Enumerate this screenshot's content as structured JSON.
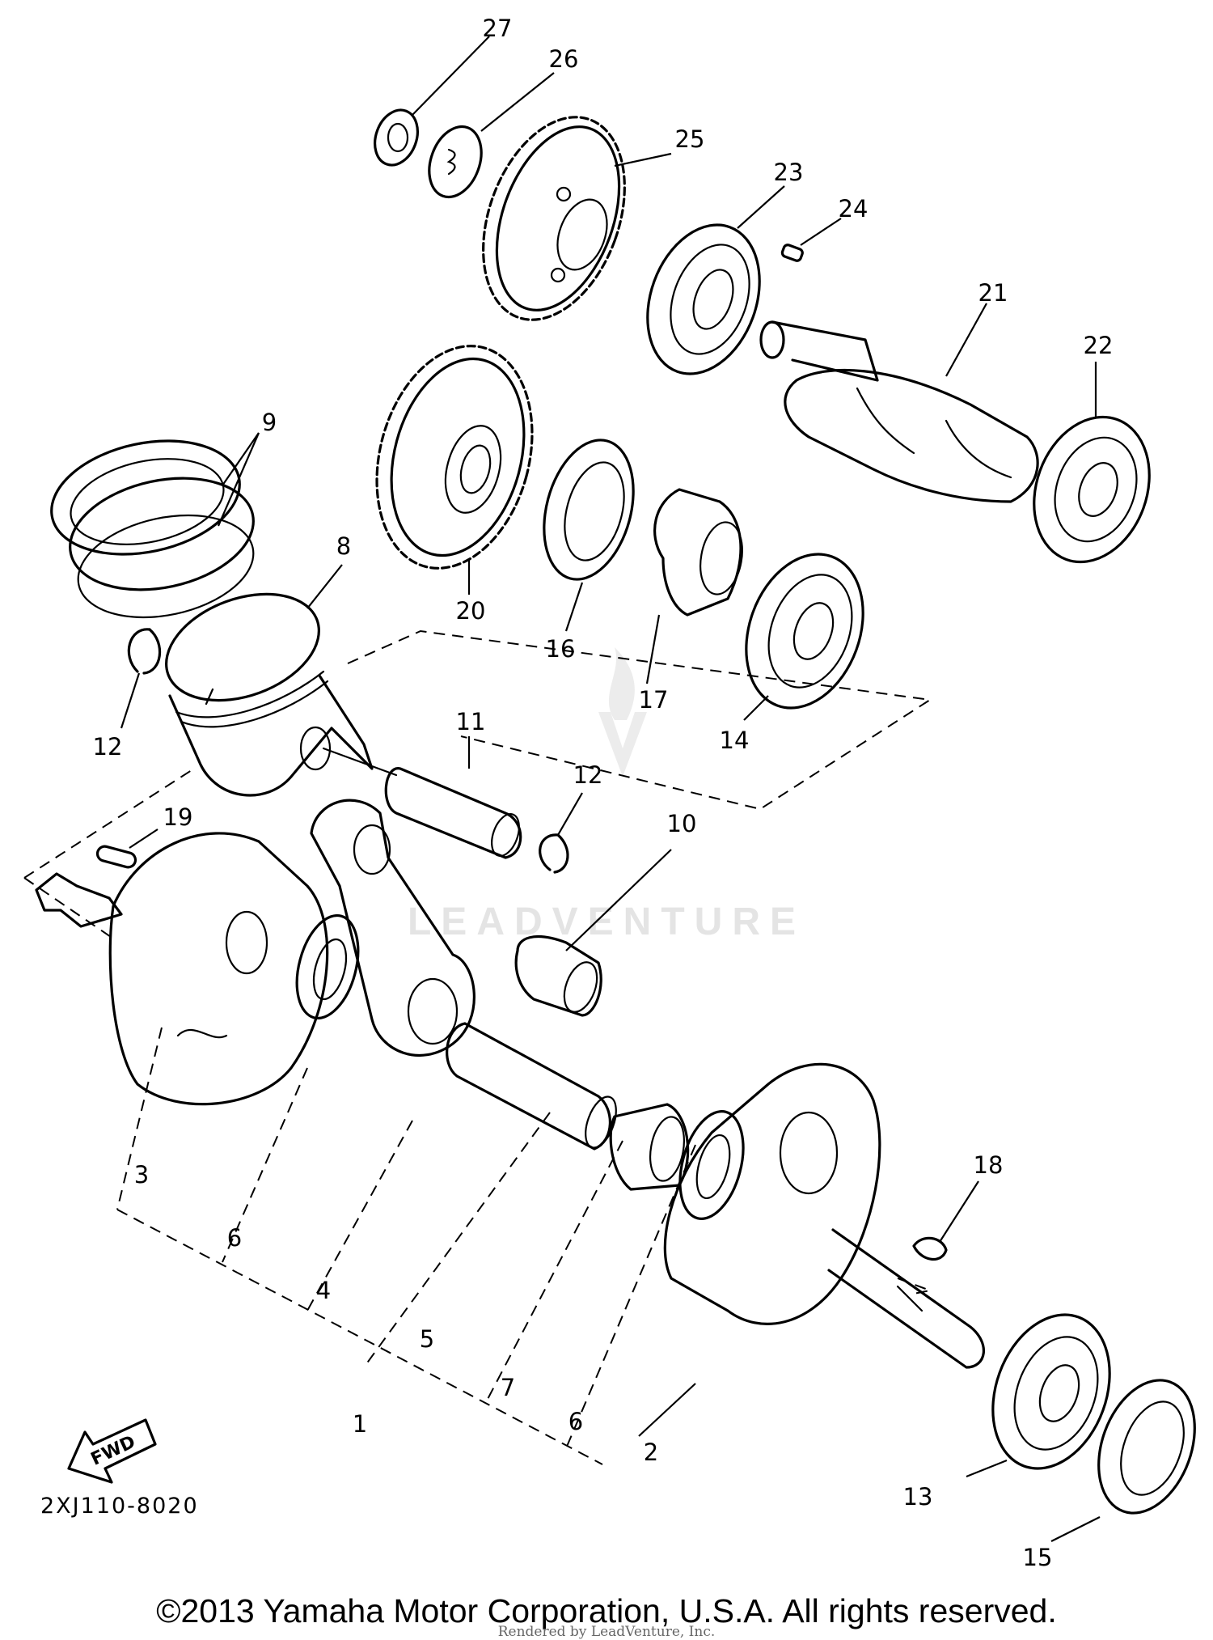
{
  "callouts": [
    {
      "id": "c27",
      "label": "27"
    },
    {
      "id": "c26",
      "label": "26"
    },
    {
      "id": "c25",
      "label": "25"
    },
    {
      "id": "c23",
      "label": "23"
    },
    {
      "id": "c24",
      "label": "24"
    },
    {
      "id": "c21",
      "label": "21"
    },
    {
      "id": "c22",
      "label": "22"
    },
    {
      "id": "c9",
      "label": "9"
    },
    {
      "id": "c8",
      "label": "8"
    },
    {
      "id": "c20",
      "label": "20"
    },
    {
      "id": "c16",
      "label": "16"
    },
    {
      "id": "c17",
      "label": "17"
    },
    {
      "id": "c14",
      "label": "14"
    },
    {
      "id": "c12a",
      "label": "12"
    },
    {
      "id": "c11",
      "label": "11"
    },
    {
      "id": "c12b",
      "label": "12"
    },
    {
      "id": "c10",
      "label": "10"
    },
    {
      "id": "c19",
      "label": "19"
    },
    {
      "id": "c3",
      "label": "3"
    },
    {
      "id": "c6a",
      "label": "6"
    },
    {
      "id": "c4",
      "label": "4"
    },
    {
      "id": "c5",
      "label": "5"
    },
    {
      "id": "c7",
      "label": "7"
    },
    {
      "id": "c6b",
      "label": "6"
    },
    {
      "id": "c1",
      "label": "1"
    },
    {
      "id": "c2",
      "label": "2"
    },
    {
      "id": "c18",
      "label": "18"
    },
    {
      "id": "c13",
      "label": "13"
    },
    {
      "id": "c15",
      "label": "15"
    }
  ],
  "fwd_label": "FWD",
  "diagram_code": "2XJ110-8020",
  "watermark": "LEADVENTURE",
  "copyright": "©2013 Yamaha Motor Corporation, U.S.A. All rights reserved.",
  "rendered_by": "Rendered by LeadVenture, Inc."
}
